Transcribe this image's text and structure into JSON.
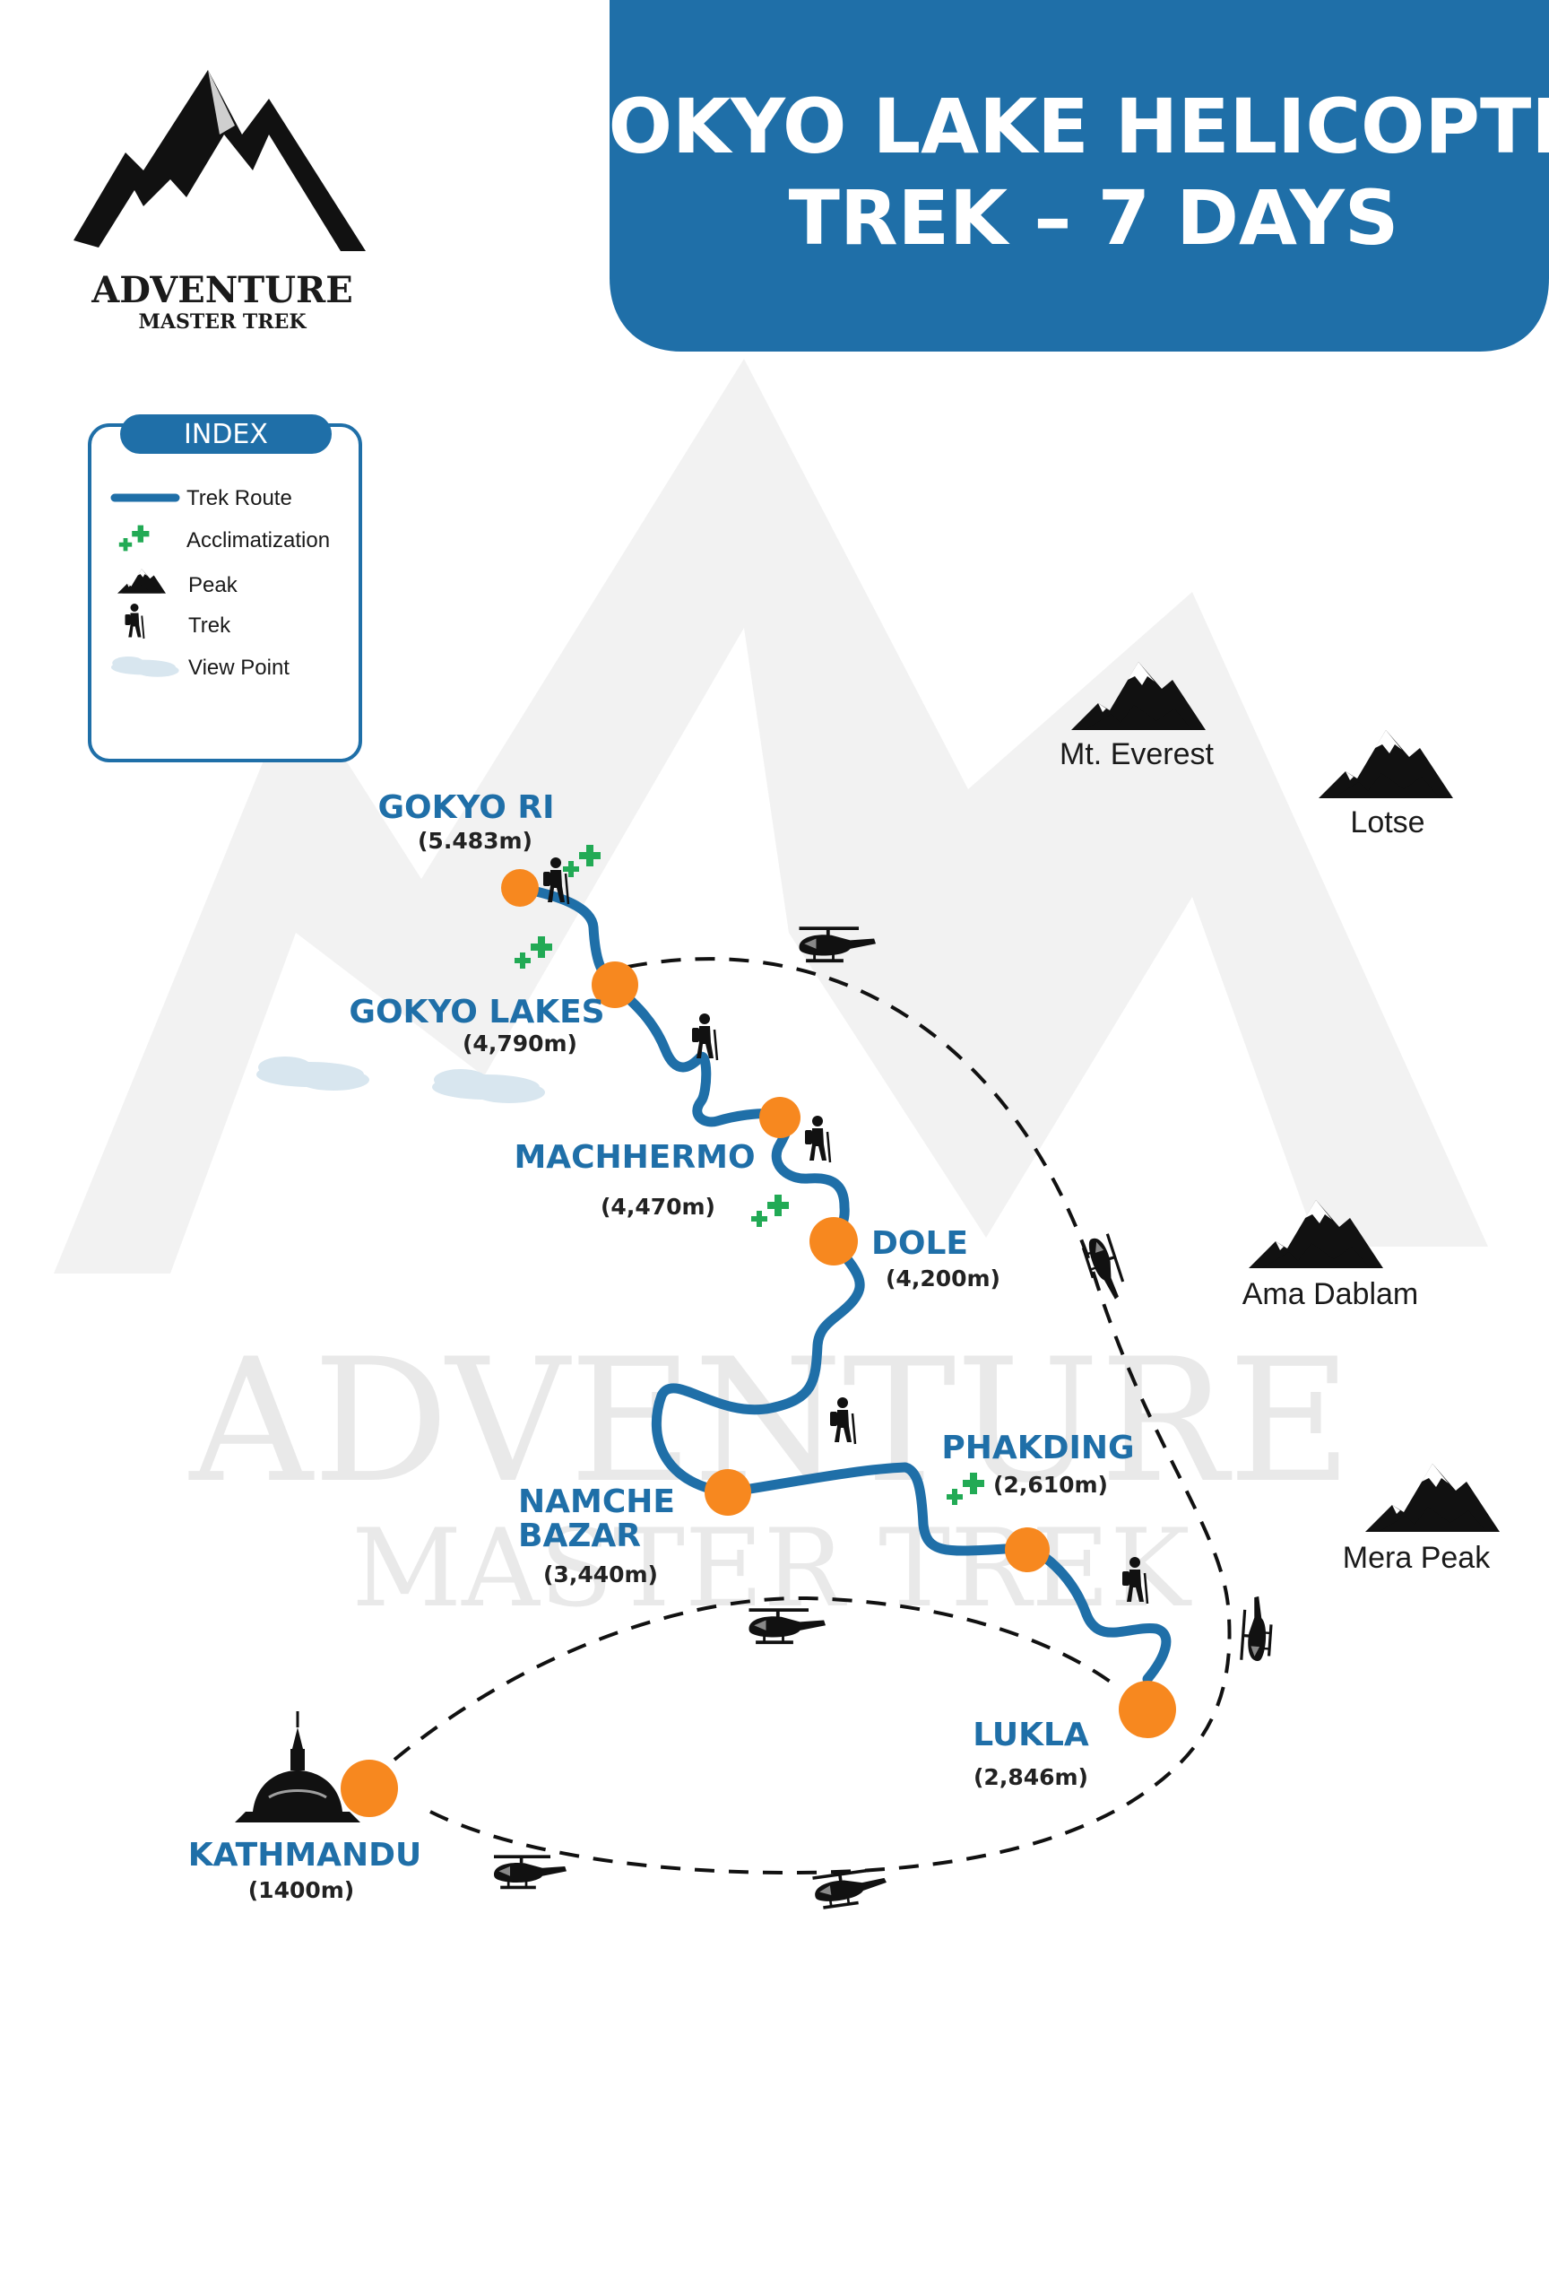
{
  "header": {
    "title_line1": "GOKYO LAKE HELICOPTER",
    "title_line2": "TREK – 7 DAYS",
    "background_color": "#1f6fa8"
  },
  "logo": {
    "name": "ADVENTURE",
    "tagline": "MASTER TREK"
  },
  "watermark": {
    "name": "ADVENTURE",
    "tagline": "MASTER TREK"
  },
  "legend": {
    "heading": "INDEX",
    "items": [
      {
        "icon": "trek-route-line",
        "label": "Trek Route"
      },
      {
        "icon": "acclimatization-icon",
        "label": "Acclimatization"
      },
      {
        "icon": "peak-icon",
        "label": "Peak"
      },
      {
        "icon": "trek-hiker-icon",
        "label": "Trek"
      },
      {
        "icon": "view-point-cloud",
        "label": "View Point"
      }
    ]
  },
  "places": {
    "gokyo_ri": {
      "name": "GOKYO RI",
      "altitude": "(5.483m)"
    },
    "gokyo_lakes": {
      "name": "GOKYO LAKES",
      "altitude": "(4,790m)"
    },
    "machhermo": {
      "name": "MACHHERMO",
      "altitude": "(4,470m)"
    },
    "dole": {
      "name": "DOLE",
      "altitude": "(4,200m)"
    },
    "namche": {
      "name_line1": "NAMCHE",
      "name_line2": "BAZAR",
      "altitude": "(3,440m)"
    },
    "phakding": {
      "name": "PHAKDING",
      "altitude": "(2,610m)"
    },
    "lukla": {
      "name": "LUKLA",
      "altitude": "(2,846m)"
    },
    "kathmandu": {
      "name": "KATHMANDU",
      "altitude": "(1400m)"
    }
  },
  "peaks": {
    "everest": "Mt. Everest",
    "lotse": "Lotse",
    "ama_dablam": "Ama Dablam",
    "mera_peak": "Mera Peak"
  },
  "colors": {
    "route": "#1f6fa8",
    "stop": "#f7881f",
    "acclimatization": "#22aa55",
    "text_place": "#1f6fa8"
  }
}
